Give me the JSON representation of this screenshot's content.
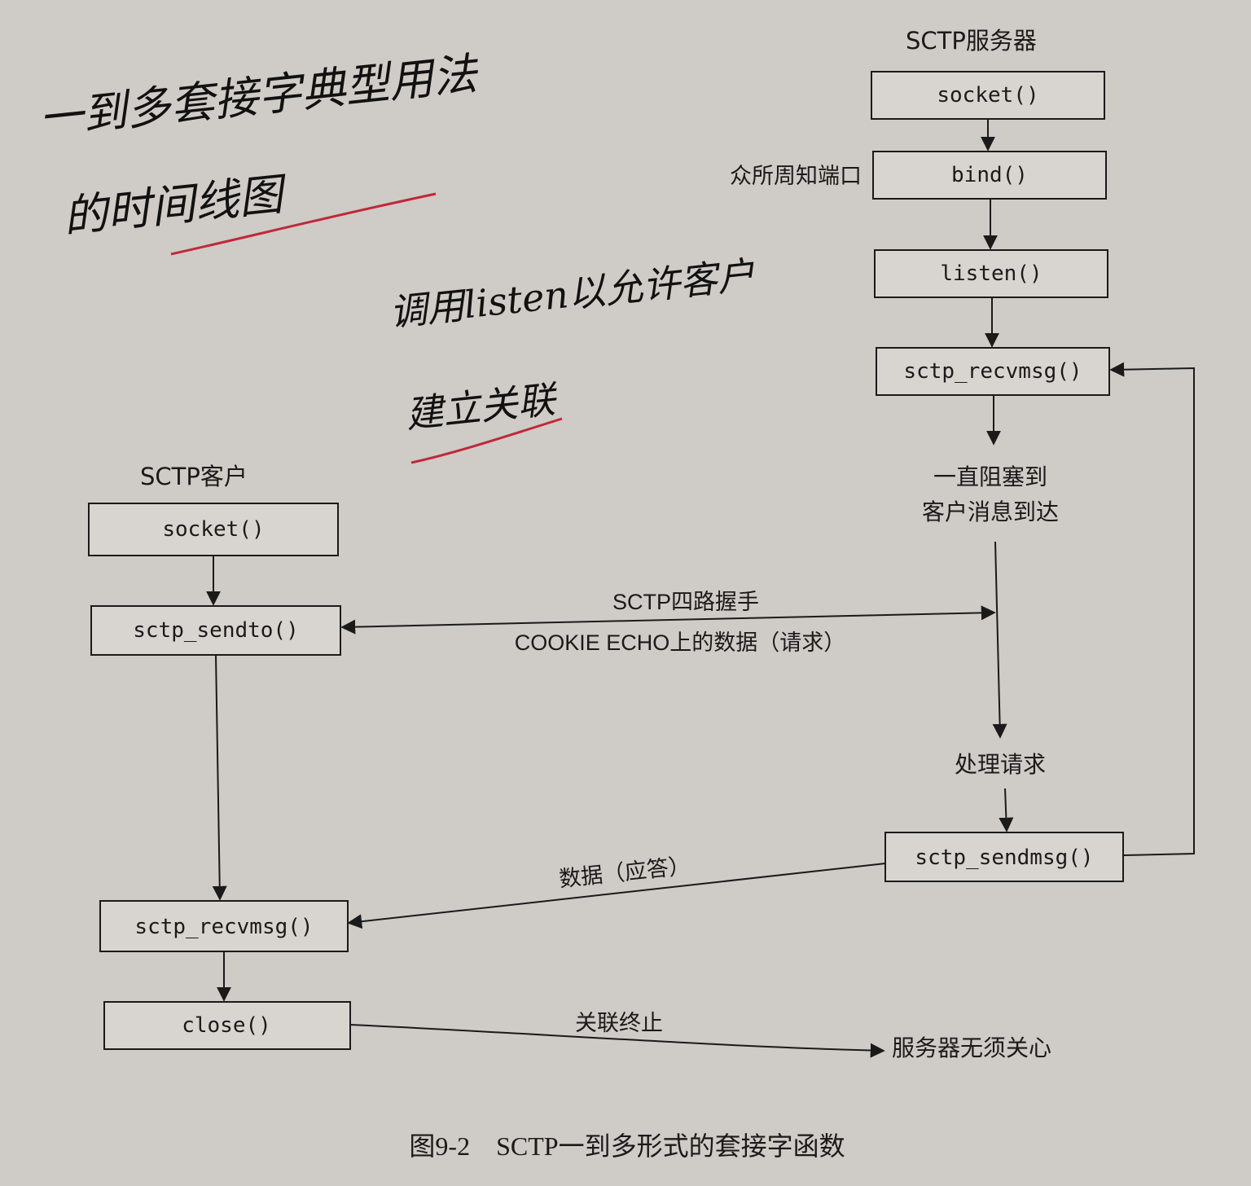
{
  "server": {
    "title": "SCTP服务器",
    "socket": "socket()",
    "bind": "bind()",
    "bind_note": "众所周知端口",
    "listen": "listen()",
    "recvmsg": "sctp_recvmsg()",
    "block_line1": "一直阻塞到",
    "block_line2": "客户消息到达",
    "process": "处理请求",
    "sendmsg": "sctp_sendmsg()",
    "no_care": "服务器无须关心"
  },
  "client": {
    "title": "SCTP客户",
    "socket": "socket()",
    "sendto": "sctp_sendto()",
    "recvmsg": "sctp_recvmsg()",
    "close": "close()"
  },
  "messages": {
    "handshake": "SCTP四路握手",
    "cookie_echo": "COOKIE ECHO上的数据（请求）",
    "reply": "数据（应答）",
    "terminate": "关联终止"
  },
  "caption": "图9-2    SCTP一到多形式的套接字函数",
  "handwritten": {
    "line1": "一到多套接字典型用法",
    "line2": "的时间线图",
    "line3": "调用listen以允许客户",
    "line4": "建立关联"
  }
}
